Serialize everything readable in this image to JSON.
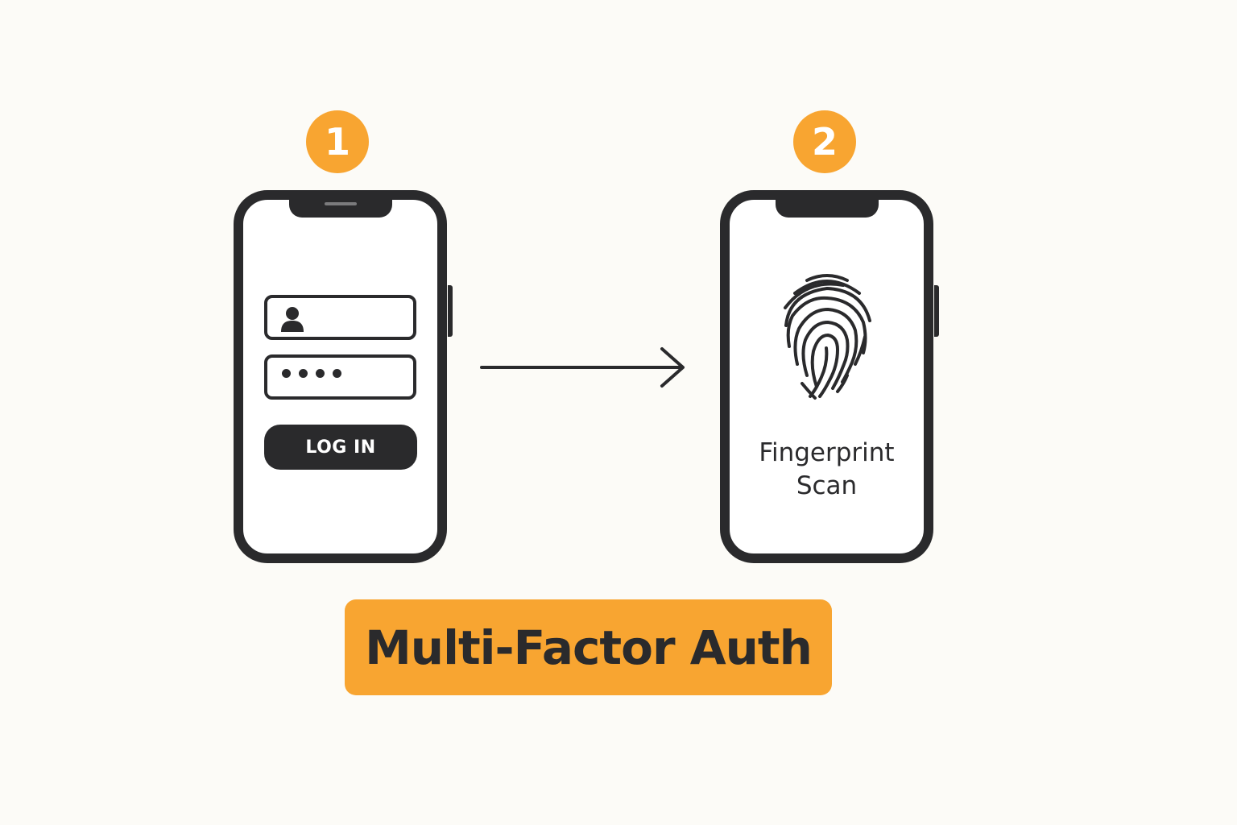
{
  "colors": {
    "accent": "#f8a531",
    "ink": "#2a2a2c",
    "background": "#fcfbf7"
  },
  "steps": [
    {
      "number": "1"
    },
    {
      "number": "2"
    }
  ],
  "phone1": {
    "username_icon": "user-icon",
    "password_mask": "••••",
    "login_label": "LOG IN"
  },
  "phone2": {
    "icon": "fingerprint-icon",
    "label_line1": "Fingerprint",
    "label_line2": "Scan"
  },
  "title": "Multi-Factor Auth"
}
